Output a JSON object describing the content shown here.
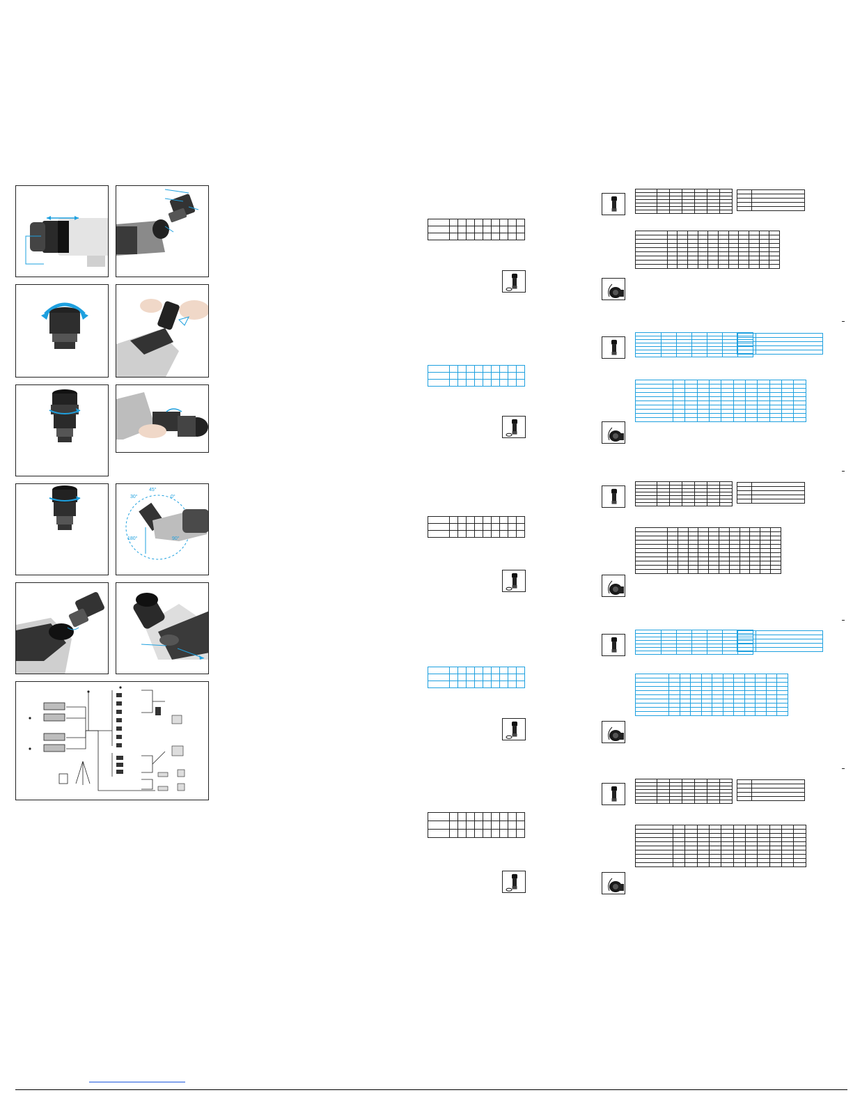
{
  "document": {
    "layout": "three-panel leaflet with illustration column and specification tables",
    "colors": {
      "line": "#222222",
      "accent": "#1ea0df",
      "link": "#1a56db"
    }
  },
  "illustrations": {
    "angle_labels": [
      "45°",
      "30°",
      "0°",
      "180°",
      "90°"
    ]
  },
  "middle_column": {
    "tables": [
      {
        "color": "black",
        "rows": 3,
        "cols": 10
      },
      {
        "color": "blue",
        "rows": 3,
        "cols": 10
      },
      {
        "color": "black",
        "rows": 3,
        "cols": 10
      },
      {
        "color": "blue",
        "rows": 3,
        "cols": 10
      },
      {
        "color": "black",
        "rows": 3,
        "cols": 10
      }
    ]
  },
  "right_column": {
    "sections": [
      {
        "color": "black"
      },
      {
        "color": "blue"
      },
      {
        "color": "black"
      },
      {
        "color": "blue"
      },
      {
        "color": "black"
      }
    ]
  }
}
